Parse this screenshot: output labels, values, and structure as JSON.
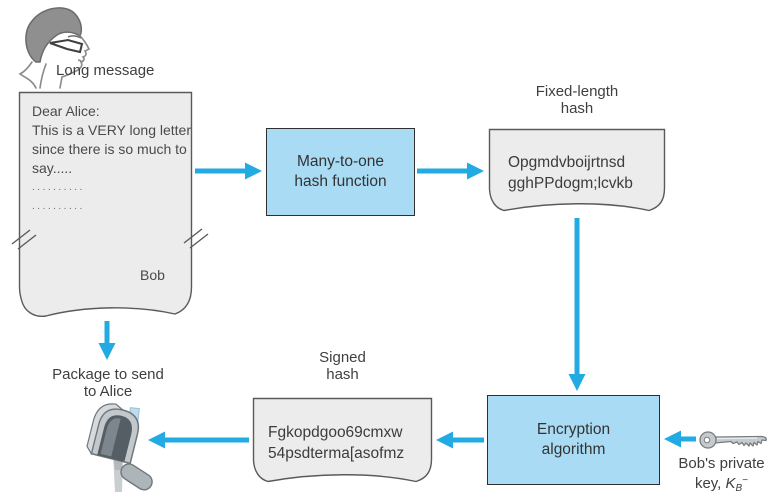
{
  "colors": {
    "arrow": "#22aae2",
    "box_fill": "#a9dcf4",
    "box_border": "#2f2f2f",
    "paper_fill": "#ececec",
    "paper_border": "#5a5a5a",
    "text": "#3f3f3f"
  },
  "labels": {
    "long_message": "Long message",
    "fixed_length_hash": [
      "Fixed-length",
      "hash"
    ],
    "signed_hash": [
      "Signed",
      "hash"
    ],
    "package": [
      "Package to send",
      "to Alice"
    ],
    "bobs_private_key_line1": "Bob's private",
    "key_prefix": "key, ",
    "key_var": "K",
    "key_var_sub": "B",
    "key_var_sup": "−"
  },
  "nodes": {
    "letter": {
      "lines": [
        "Dear Alice:",
        "This is a VERY long letter",
        "since there is so much to",
        "say....."
      ],
      "dots": [
        "..........",
        ".........."
      ],
      "signature": "Bob"
    },
    "hash_function_box": {
      "label_lines": [
        "Many-to-one",
        "hash function"
      ]
    },
    "fixed_hash_doc": {
      "lines": [
        "Opgmdvboijrtnsd",
        "gghPPdogm;lcvkb"
      ]
    },
    "encryption_box": {
      "label_lines": [
        "Encryption",
        "algorithm"
      ]
    },
    "signed_hash_doc": {
      "lines": [
        "Fgkopdgoo69cmxw",
        "54psdterma[asofmz"
      ]
    }
  },
  "icons": {
    "person": "bob-portrait-icon",
    "mailbox": "mailbox-icon",
    "key": "private-key-icon"
  }
}
